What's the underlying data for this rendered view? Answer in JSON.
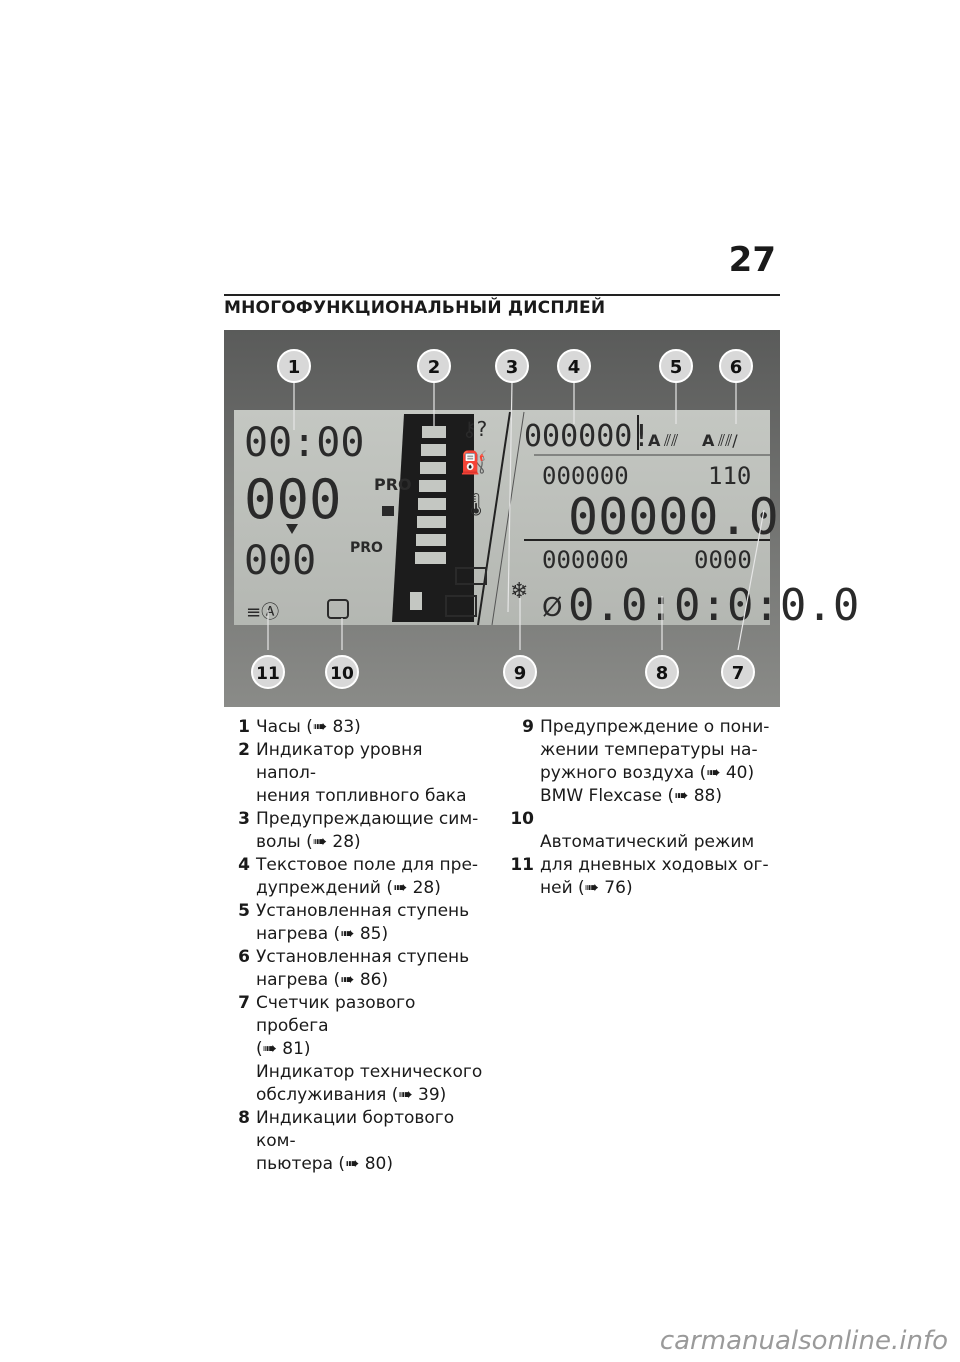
{
  "page": {
    "number": "27",
    "title": "МНОГОФУНКЦИОНАЛЬНЫЙ ДИСПЛЕЙ"
  },
  "figure": {
    "callouts_top": [
      "1",
      "2",
      "3",
      "4",
      "5",
      "6"
    ],
    "callouts_bottom": [
      "11",
      "10",
      "9",
      "8",
      "7"
    ],
    "lcd": {
      "clock": "00:00",
      "speed": "000",
      "speed_unit": "PRO",
      "secondary": "000",
      "secondary_unit": "PRO",
      "text_field": "000000!",
      "odo_small": "000000",
      "odo_small_right": "110",
      "odo_big": "00000.0",
      "trip_small": "000000",
      "trip_small_right": "0000",
      "trip_big": "0.0:0:0:0.0",
      "avg_symbol": "Ø",
      "snow_symbol": "❄",
      "heat_a": "A"
    }
  },
  "legend": {
    "left": [
      {
        "num": "1",
        "lines": [
          "Часы ",
          "(➠ 83)"
        ]
      },
      {
        "num": "2",
        "lines": [
          "Индикатор уровня напол-",
          "нения топливного бака"
        ]
      },
      {
        "num": "3",
        "lines": [
          "Предупреждающие сим-",
          "волы (➠ 28)"
        ]
      },
      {
        "num": "4",
        "lines": [
          "Текстовое поле для пре-",
          "дупреждений (➠ 28)"
        ]
      },
      {
        "num": "5",
        "lines": [
          "Установленная ступень",
          "нагрева (➠ 85)"
        ]
      },
      {
        "num": "6",
        "lines": [
          "Установленная ступень",
          "нагрева (➠ 86)"
        ]
      },
      {
        "num": "7",
        "lines": [
          "Счетчик разового пробега",
          "(➠ 81)",
          "Индикатор технического",
          "обслуживания (➠ 39)"
        ]
      },
      {
        "num": "8",
        "lines": [
          "Индикации бортового ком-",
          "пьютера (➠ 80)"
        ]
      }
    ],
    "right": [
      {
        "num": "9",
        "lines": [
          "Предупреждение о пони-",
          "жении температуры на-",
          "ружного воздуха (➠ 40)",
          "BMW Flexcase (➠ 88)"
        ]
      },
      {
        "num": "10",
        "lines": [
          ""
        ]
      },
      {
        "num": "",
        "lines": [
          "Автоматический режим"
        ]
      },
      {
        "num": "11",
        "lines": [
          "для дневных ходовых ог-",
          "ней (➠ 76)"
        ]
      }
    ]
  },
  "watermark": "carmanualsonline.info"
}
